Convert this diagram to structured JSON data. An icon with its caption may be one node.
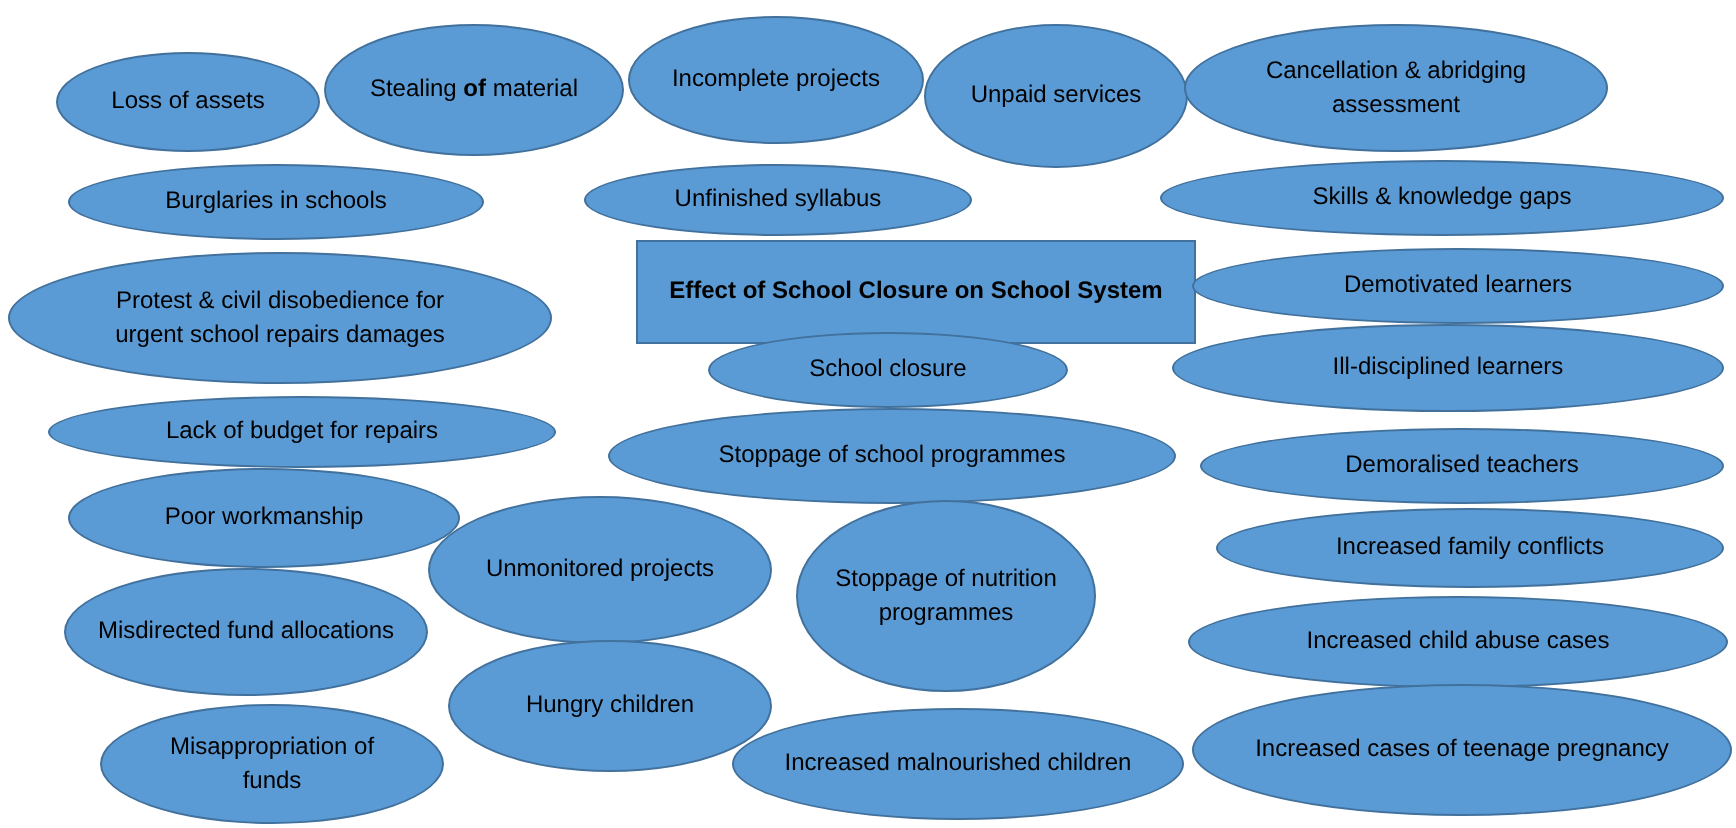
{
  "diagram": {
    "nodes": [
      {
        "text": [
          "Loss of assets"
        ]
      },
      {
        "text": [
          "Stealing **of** material"
        ]
      },
      {
        "text": [
          "Incomplete projects"
        ]
      },
      {
        "text": [
          "Unpaid services"
        ]
      },
      {
        "text": [
          "Cancellation & abridging assessment"
        ]
      },
      {
        "text": [
          "Burglaries in schools"
        ]
      },
      {
        "text": [
          "Unfinished syllabus"
        ]
      },
      {
        "text": [
          "Skills & knowledge gaps"
        ]
      },
      {
        "text": [
          "Effect of School Closure on School System"
        ]
      },
      {
        "text": [
          "Protest & civil disobedience for urgent school repairs damages"
        ]
      },
      {
        "text": [
          "Demotivated learners"
        ]
      },
      {
        "text": [
          "School closure"
        ]
      },
      {
        "text": [
          "Ill-disciplined learners"
        ]
      },
      {
        "text": [
          "Lack of budget for repairs"
        ]
      },
      {
        "text": [
          "Stoppage of school programmes"
        ]
      },
      {
        "text": [
          "Demoralised teachers"
        ]
      },
      {
        "text": [
          "Poor workmanship"
        ]
      },
      {
        "text": [
          "Unmonitored projects"
        ]
      },
      {
        "text": [
          "Stoppage of nutrition programmes"
        ]
      },
      {
        "text": [
          "Increased family conflicts"
        ]
      },
      {
        "text": [
          "Misdirected fund allocations"
        ]
      },
      {
        "text": [
          "Increased child abuse cases"
        ]
      },
      {
        "text": [
          "Hungry children"
        ]
      },
      {
        "text": [
          "Misappropriation of funds"
        ]
      },
      {
        "text": [
          "Increased malnourished children"
        ]
      },
      {
        "text": [
          "Increased cases of teenage pregnancy"
        ]
      }
    ]
  }
}
